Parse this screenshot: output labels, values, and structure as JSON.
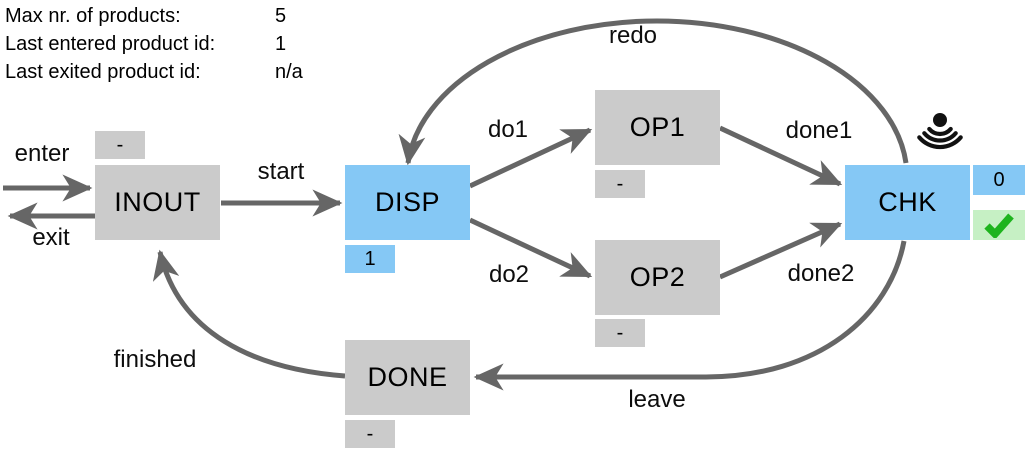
{
  "info_panel": {
    "rows": [
      {
        "label": "Max nr. of products:",
        "value": "5"
      },
      {
        "label": "Last entered product id:",
        "value": "1"
      },
      {
        "label": "Last exited product id:",
        "value": "n/a"
      }
    ]
  },
  "nodes": {
    "inout": {
      "label": "INOUT",
      "badge": "-",
      "state": "idle"
    },
    "disp": {
      "label": "DISP",
      "badge": "1",
      "state": "active"
    },
    "op1": {
      "label": "OP1",
      "badge": "-",
      "state": "idle"
    },
    "op2": {
      "label": "OP2",
      "badge": "-",
      "state": "idle"
    },
    "chk": {
      "label": "CHK",
      "badge": "0",
      "state": "active",
      "status": "ok"
    },
    "done": {
      "label": "DONE",
      "badge": "-",
      "state": "idle"
    }
  },
  "edges": {
    "enter": "enter",
    "exit": "exit",
    "start": "start",
    "do1": "do1",
    "do2": "do2",
    "done1": "done1",
    "done2": "done2",
    "redo": "redo",
    "leave": "leave",
    "finished": "finished"
  },
  "icons": {
    "chk_sensor": "signal-icon",
    "chk_status": "check-icon"
  },
  "colors": {
    "node_idle": "#cbcbcb",
    "node_active": "#85c8f5",
    "status_ok_bg": "#c6f0c4",
    "status_ok_check": "#1eb41e",
    "arrow": "#666666",
    "icon": "#111111"
  }
}
